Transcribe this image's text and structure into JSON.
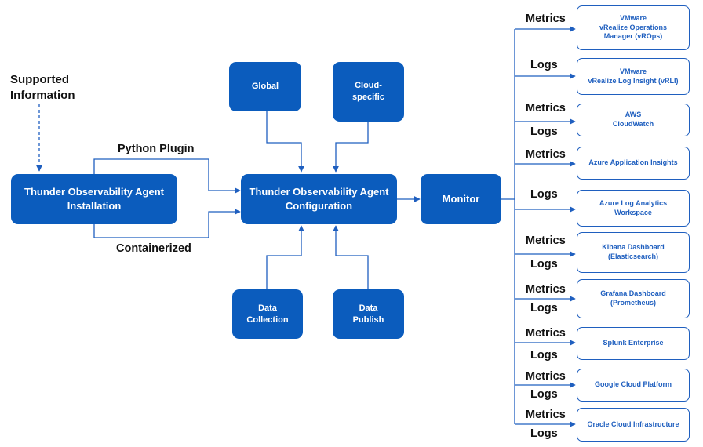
{
  "supported_label": "Supported\nInformation",
  "installation_box": "Thunder Observability Agent\nInstallation",
  "configuration_box": "Thunder Observability Agent\nConfiguration",
  "monitor_box": "Monitor",
  "global_box": "Global",
  "cloud_specific_box": "Cloud-\nspecific",
  "data_collection_box": "Data\nCollection",
  "data_publish_box": "Data\nPublish",
  "python_plugin_label": "Python Plugin",
  "containerized_label": "Containerized",
  "targets": [
    {
      "name": "VMware\nvRealize Operations\nManager (vROps)",
      "labels": [
        "Metrics"
      ]
    },
    {
      "name": "VMware\nvRealize Log Insight (vRLI)",
      "labels": [
        "Logs"
      ]
    },
    {
      "name": "AWS\nCloudWatch",
      "labels": [
        "Metrics",
        "Logs"
      ]
    },
    {
      "name": "Azure Application Insights",
      "labels": [
        "Metrics"
      ]
    },
    {
      "name": "Azure Log Analytics\nWorkspace",
      "labels": [
        "Logs"
      ]
    },
    {
      "name": "Kibana Dashboard\n(Elasticsearch)",
      "labels": [
        "Metrics",
        "Logs"
      ]
    },
    {
      "name": "Grafana Dashboard\n(Prometheus)",
      "labels": [
        "Metrics",
        "Logs"
      ]
    },
    {
      "name": "Splunk Enterprise",
      "labels": [
        "Metrics",
        "Logs"
      ]
    },
    {
      "name": "Google Cloud Platform",
      "labels": [
        "Metrics",
        "Logs"
      ]
    },
    {
      "name": "Oracle Cloud Infrastructure",
      "labels": [
        "Metrics",
        "Logs"
      ]
    }
  ],
  "colors": {
    "box_fill": "#0b5cbd",
    "line": "#1f5fbf",
    "target_text": "#1f5fbf"
  }
}
